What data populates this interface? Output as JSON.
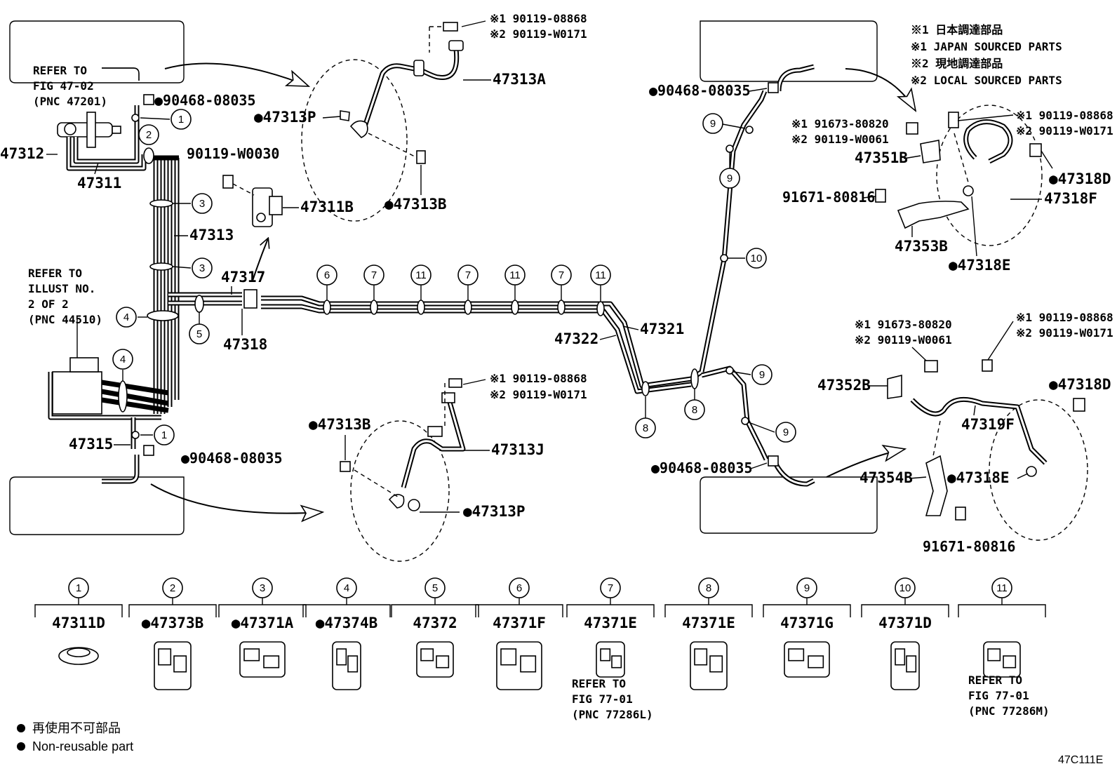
{
  "labels": {
    "p47313A": "47313A",
    "p47313P_top": "●47313P",
    "p47313B_top": "●47313B",
    "p47311B": "47311B",
    "p90119W0030": "90119-W0030",
    "p47312": "47312",
    "p47311": "47311",
    "p47313": "47313",
    "p47317": "47317",
    "p47318": "47318",
    "p47315": "47315",
    "p90468_tl": "●90468-08035",
    "p90468_bl": "●90468-08035",
    "p47313B_bot": "●47313B",
    "p47313J": "47313J",
    "p47313P_bot": "●47313P",
    "p47322": "47322",
    "p47321": "47321",
    "p90468_tr": "●90468-08035",
    "p90468_br": "●90468-08035",
    "p47351B": "47351B",
    "p91671_tr": "91671-80816",
    "p47353B": "47353B",
    "p47318E_top": "●47318E",
    "p47318D_top": "●47318D",
    "p47318F": "47318F",
    "p47352B": "47352B",
    "p47354B": "47354B",
    "p47319F": "47319F",
    "p47318D_bot": "●47318D",
    "p47318E_bot": "●47318E",
    "p91671_br": "91671-80816"
  },
  "notes": {
    "top_center_1": "※1 90119-08868",
    "top_center_2": "※2 90119-W0171",
    "mid_center_1": "※1 90119-08868",
    "mid_center_2": "※2 90119-W0171",
    "tr_bolt_1": "※1 91673-80820",
    "tr_bolt_2": "※2 90119-W0061",
    "tr_right_1": "※1 90119-08868",
    "tr_right_2": "※2 90119-W0171",
    "br_bolt_1": "※1 91673-80820",
    "br_bolt_2": "※2 90119-W0061",
    "br_right_1": "※1 90119-08868",
    "br_right_2": "※2 90119-W0171"
  },
  "sourcing_legend": [
    "※1 日本調達部品",
    "※1 JAPAN SOURCED PARTS",
    "※2 現地調達部品",
    "※2 LOCAL SOURCED PARTS"
  ],
  "refer_fig_47_02": [
    "REFER TO",
    "FIG 47-02",
    "(PNC 47201)"
  ],
  "refer_illust": [
    "REFER TO",
    "ILLUST NO.",
    "2 OF 2",
    "(PNC 44510)"
  ],
  "refer_77286L": [
    "REFER TO",
    "FIG 77-01",
    "(PNC 77286L)"
  ],
  "refer_77286M": [
    "REFER TO",
    "FIG 77-01",
    "(PNC 77286M)"
  ],
  "callouts": {
    "c1": "1",
    "c2": "2",
    "c3": "3",
    "c4": "4",
    "c5": "5",
    "c6": "6",
    "c7": "7",
    "c8": "8",
    "c9": "9",
    "c10": "10",
    "c11": "11"
  },
  "clamp_parts": [
    {
      "num": "1",
      "part": "47311D"
    },
    {
      "num": "2",
      "part": "●47373B"
    },
    {
      "num": "3",
      "part": "●47371A"
    },
    {
      "num": "4",
      "part": "●47374B"
    },
    {
      "num": "5",
      "part": "47372"
    },
    {
      "num": "6",
      "part": "47371F"
    },
    {
      "num": "7",
      "part": "47371E"
    },
    {
      "num": "8",
      "part": "47371E"
    },
    {
      "num": "9",
      "part": "47371G"
    },
    {
      "num": "10",
      "part": "47371D"
    },
    {
      "num": "11",
      "part": ""
    }
  ],
  "footer": {
    "legend_jp": "再使用不可部品",
    "legend_en": "Non-reusable part",
    "code": "47C111E"
  }
}
